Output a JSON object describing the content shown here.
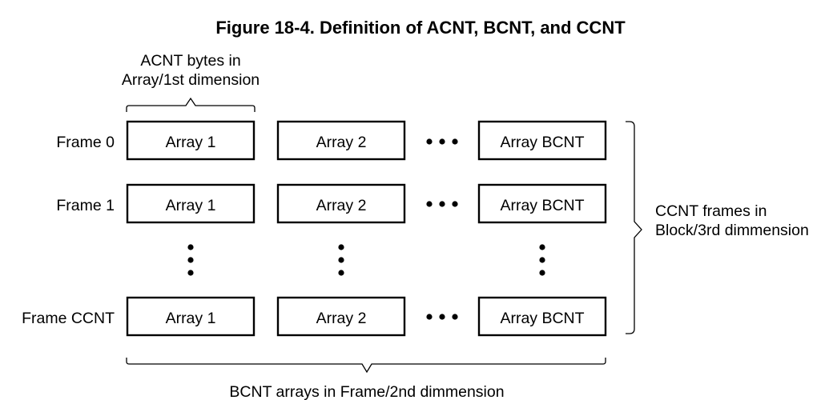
{
  "title": "Figure 18-4. Definition of ACNT, BCNT, and CCNT",
  "acnt_label": {
    "line1": "ACNT bytes in",
    "line2": "Array/1st dimension"
  },
  "ccnt_label": {
    "line1": "CCNT frames in",
    "line2": "Block/3rd dimmension"
  },
  "bcnt_label": "BCNT arrays in Frame/2nd dimmension",
  "rows": [
    {
      "frame_label": "Frame 0",
      "arrays": [
        "Array 1",
        "Array 2",
        "Array BCNT"
      ]
    },
    {
      "frame_label": "Frame 1",
      "arrays": [
        "Array 1",
        "Array 2",
        "Array BCNT"
      ]
    },
    {
      "frame_label": "Frame CCNT",
      "arrays": [
        "Array 1",
        "Array 2",
        "Array BCNT"
      ]
    }
  ]
}
